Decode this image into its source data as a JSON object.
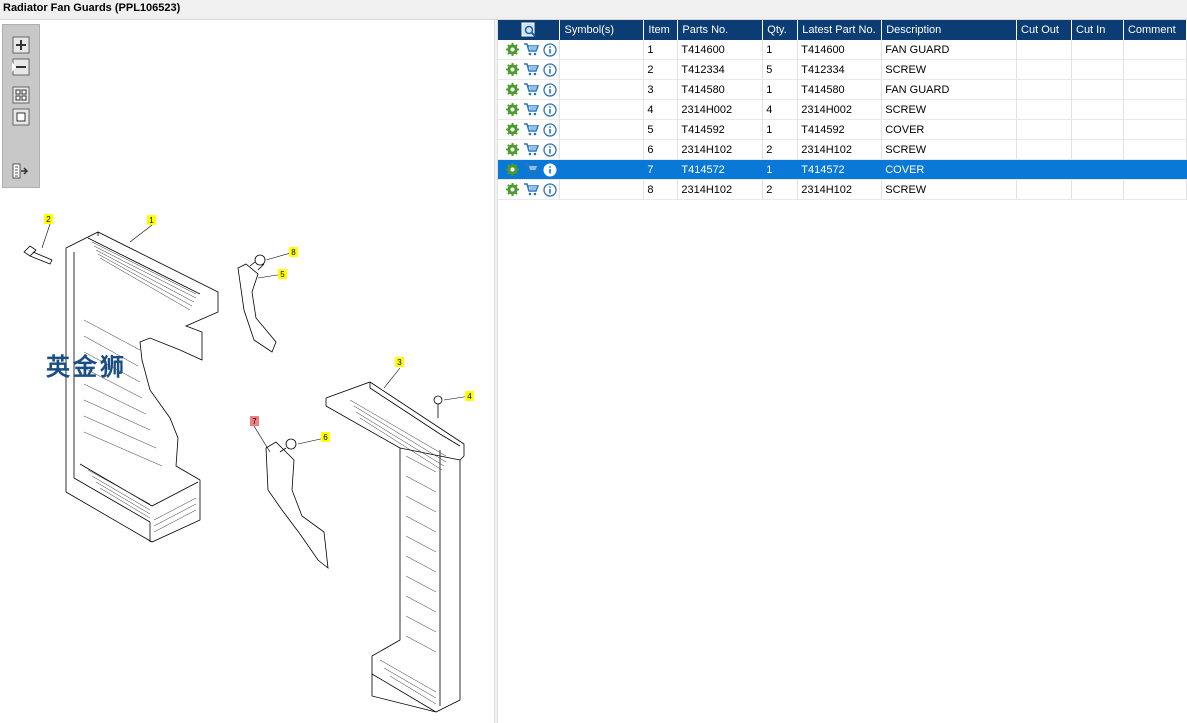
{
  "window": {
    "title": "Radiator Fan Guards (PPL106523)"
  },
  "toolbar": {
    "buttons": [
      {
        "name": "zoom-in-button",
        "icon": "zoom-in-icon"
      },
      {
        "name": "zoom-out-button",
        "icon": "zoom-out-icon"
      },
      {
        "name": "fit-all-button",
        "icon": "fit-all-icon"
      },
      {
        "name": "fit-window-button",
        "icon": "fit-window-icon"
      },
      {
        "name": "export-button",
        "icon": "export-icon"
      }
    ]
  },
  "drawing": {
    "callouts": [
      {
        "id": "1",
        "highlighted": false
      },
      {
        "id": "2",
        "highlighted": false
      },
      {
        "id": "3",
        "highlighted": false
      },
      {
        "id": "4",
        "highlighted": false
      },
      {
        "id": "5",
        "highlighted": false
      },
      {
        "id": "6",
        "highlighted": false
      },
      {
        "id": "7",
        "highlighted": true
      },
      {
        "id": "8",
        "highlighted": false
      }
    ],
    "callout_color": "#ffff00",
    "highlight_color": "#f08080"
  },
  "table": {
    "columns": [
      "Symbol(s)",
      "Item",
      "Parts No.",
      "Qty.",
      "Latest Part No.",
      "Description",
      "Cut Out",
      "Cut In",
      "Comment"
    ],
    "header_icon": "search-parts-icon",
    "header_color": "#0c3c74",
    "selected_color": "#0a78d7",
    "row_icons": [
      "gear-icon",
      "cart-icon",
      "info-icon"
    ],
    "rows": [
      {
        "item": "1",
        "part": "T414600",
        "qty": "1",
        "latest": "T414600",
        "desc": "FAN GUARD",
        "selected": false
      },
      {
        "item": "2",
        "part": "T412334",
        "qty": "5",
        "latest": "T412334",
        "desc": "SCREW",
        "selected": false
      },
      {
        "item": "3",
        "part": "T414580",
        "qty": "1",
        "latest": "T414580",
        "desc": "FAN GUARD",
        "selected": false
      },
      {
        "item": "4",
        "part": "2314H002",
        "qty": "4",
        "latest": "2314H002",
        "desc": "SCREW",
        "selected": false
      },
      {
        "item": "5",
        "part": "T414592",
        "qty": "1",
        "latest": "T414592",
        "desc": "COVER",
        "selected": false
      },
      {
        "item": "6",
        "part": "2314H102",
        "qty": "2",
        "latest": "2314H102",
        "desc": "SCREW",
        "selected": false
      },
      {
        "item": "7",
        "part": "T414572",
        "qty": "1",
        "latest": "T414572",
        "desc": "COVER",
        "selected": true
      },
      {
        "item": "8",
        "part": "2314H102",
        "qty": "2",
        "latest": "2314H102",
        "desc": "SCREW",
        "selected": false
      }
    ]
  },
  "watermark": {
    "text": "英金狮"
  }
}
